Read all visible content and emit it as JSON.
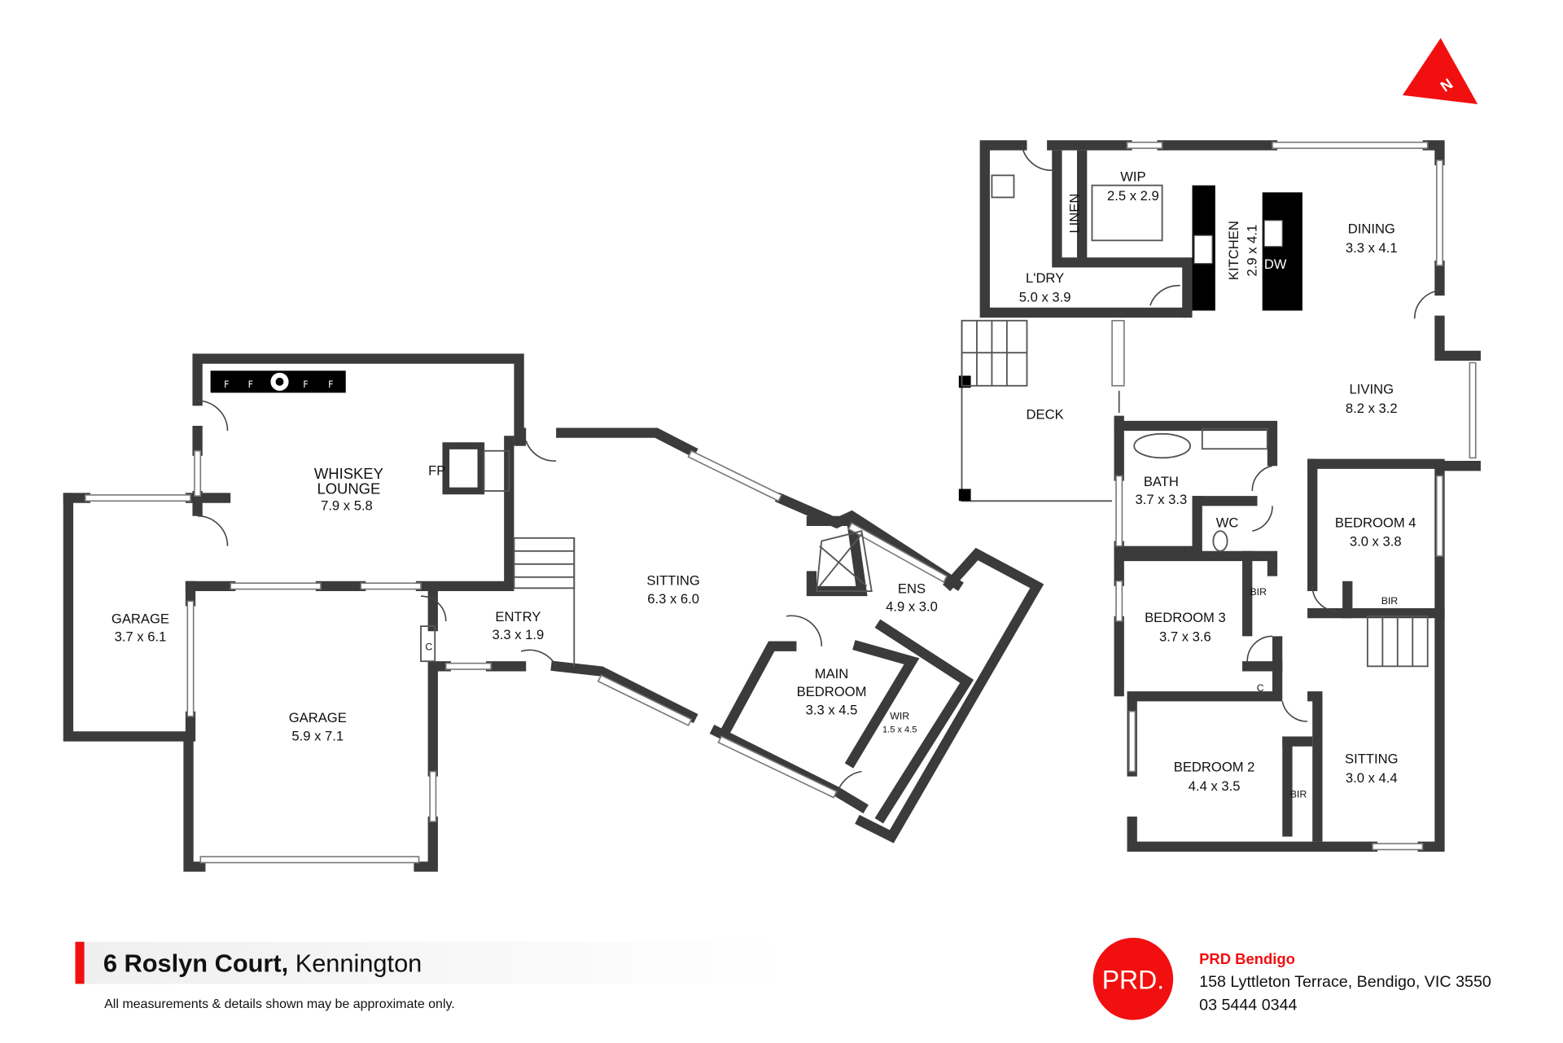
{
  "north_label": "N",
  "rooms": {
    "whiskey_lounge": {
      "name1": "WHISKEY",
      "name2": "LOUNGE",
      "size": "7.9 x 5.8"
    },
    "fp": "FP",
    "fireplace_marks": [
      "F",
      "F",
      "F",
      "F"
    ],
    "garage_small": {
      "name": "GARAGE",
      "size": "3.7 x 6.1"
    },
    "garage_large": {
      "name": "GARAGE",
      "size": "5.9 x 7.1"
    },
    "entry": {
      "name": "ENTRY",
      "size": "3.3 x 1.9"
    },
    "entry_cupboard": "C",
    "sitting_main": {
      "name": "SITTING",
      "size": "6.3 x 6.0"
    },
    "ens": {
      "name": "ENS",
      "size": "4.9 x 3.0"
    },
    "main_bedroom": {
      "name1": "MAIN",
      "name2": "BEDROOM",
      "size": "3.3 x 4.5"
    },
    "wir": {
      "name": "WIR",
      "size": "1.5 x 4.5"
    },
    "wip": {
      "name": "WIP",
      "size": "2.5 x 2.9"
    },
    "linen": "LINEN",
    "kitchen": {
      "name": "KITCHEN",
      "size": "2.9 x 4.1"
    },
    "dw": "DW",
    "dining": {
      "name": "DINING",
      "size": "3.3 x 4.1"
    },
    "laundry": {
      "name": "L'DRY",
      "size": "5.0 x 3.9"
    },
    "deck": "DECK",
    "living": {
      "name": "LIVING",
      "size": "8.2 x 3.2"
    },
    "bath": {
      "name": "BATH",
      "size": "3.7 x 3.3"
    },
    "wc": "WC",
    "bedroom4": {
      "name": "BEDROOM 4",
      "size": "3.0 x 3.8"
    },
    "bir4": "BIR",
    "bedroom3": {
      "name": "BEDROOM 3",
      "size": "3.7 x 3.6"
    },
    "bir3": "BIR",
    "hall_cupboard": "C",
    "bedroom2": {
      "name": "BEDROOM 2",
      "size": "4.4 x 3.5"
    },
    "bir2": "BIR",
    "sitting_upper": {
      "name": "SITTING",
      "size": "3.0 x 4.4"
    }
  },
  "footer": {
    "address_bold": "6 Roslyn Court,",
    "address_suburb": "Kennington",
    "disclaimer": "All measurements & details shown may be approximate only.",
    "logo_text": "PRD.",
    "agency_name": "PRD Bendigo",
    "agency_address": "158 Lyttleton Terrace, Bendigo, VIC 3550",
    "agency_phone": "03 5444 0344"
  },
  "colors": {
    "brand_red": "#f20f0f",
    "wall": "#3b3b3b"
  }
}
